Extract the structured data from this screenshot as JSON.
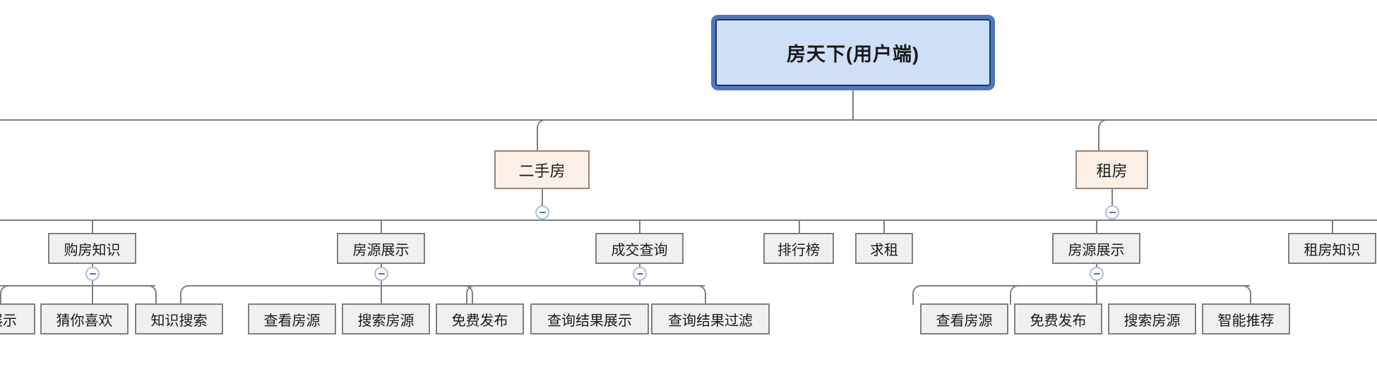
{
  "diagram": {
    "type": "tree-mindmap",
    "title_node": "房天下(用户端)",
    "colors": {
      "root_fill": "#cedff7",
      "root_border": "#4f77be",
      "root_inner_border": "#17365d",
      "level1_fill": "#fcf0e6",
      "level1_border": "#94857c",
      "node_fill": "#f0f0f0",
      "node_border": "#808080",
      "connector": "#808080",
      "toggle_border": "#aebedd",
      "toggle_glyph": "#5b6f9c",
      "background": "#ffffff"
    },
    "toggle_icon_name": "collapse-minus-icon",
    "toggle_state": "expanded"
  },
  "nodes": {
    "root": {
      "label": "房天下(用户端)"
    },
    "branch_a": {
      "label": "二手房"
    },
    "branch_b": {
      "label": "租房"
    },
    "a_knowledge": {
      "label": "购房知识"
    },
    "a_listing": {
      "label": "房源展示"
    },
    "a_deal": {
      "label": "成交查询"
    },
    "a_rank": {
      "label": "排行榜"
    },
    "b_seek": {
      "label": "求租"
    },
    "b_listing": {
      "label": "房源展示"
    },
    "b_knowledge": {
      "label": "租房知识"
    },
    "leaf_display_clipped": {
      "label": "展示"
    },
    "leaf_guess": {
      "label": "猜你喜欢"
    },
    "leaf_know_search": {
      "label": "知识搜索"
    },
    "leaf_a_view": {
      "label": "查看房源"
    },
    "leaf_a_search": {
      "label": "搜索房源"
    },
    "leaf_a_publish": {
      "label": "免费发布"
    },
    "leaf_a_result_show": {
      "label": "查询结果展示"
    },
    "leaf_a_result_filter": {
      "label": "查询结果过滤"
    },
    "leaf_b_view": {
      "label": "查看房源"
    },
    "leaf_b_publish": {
      "label": "免费发布"
    },
    "leaf_b_search": {
      "label": "搜索房源"
    },
    "leaf_b_recommend": {
      "label": "智能推荐"
    }
  }
}
